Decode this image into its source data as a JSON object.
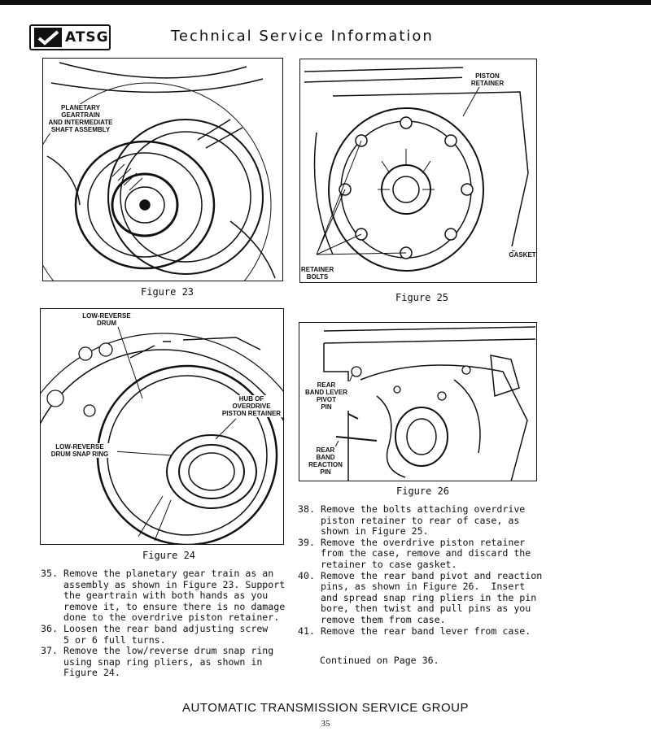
{
  "header": {
    "logo_text": "ATSG",
    "title": "Technical Service Information"
  },
  "figures": {
    "fig23": {
      "caption": "Figure 23",
      "labels": {
        "planetary": "PLANETARY\nGEARTRAIN\nAND INTERMEDIATE\nSHAFT ASSEMBLY"
      }
    },
    "fig24": {
      "caption": "Figure 24",
      "labels": {
        "drum": "LOW-REVERSE\nDRUM",
        "hub": "HUB OF\nOVERDRIVE\nPISTON RETAINER",
        "snap_ring": "LOW-REVERSE\nDRUM SNAP RING"
      }
    },
    "fig25": {
      "caption": "Figure 25",
      "labels": {
        "piston_retainer": "PISTON\nRETAINER",
        "gasket": "GASKET",
        "retainer_bolts": "RETAINER\nBOLTS"
      }
    },
    "fig26": {
      "caption": "Figure 26",
      "labels": {
        "pivot_pin": "REAR\nBAND LEVER\nPIVOT\nPIN",
        "reaction_pin": "REAR\nBAND\nREACTION\nPIN"
      }
    }
  },
  "steps_left": [
    {
      "num": "35.",
      "text": "Remove the planetary gear train as an\nassembly as shown in Figure 23. Support\nthe geartrain with both hands as you\nremove it, to ensure there is no damage\ndone to the overdrive piston retainer."
    },
    {
      "num": "36.",
      "text": "Loosen the rear band adjusting screw\n5 or 6 full turns."
    },
    {
      "num": "37.",
      "text": "Remove the low/reverse drum snap ring\nusing snap ring pliers, as shown in\nFigure 24."
    }
  ],
  "steps_right": [
    {
      "num": "38.",
      "text": "Remove the bolts attaching overdrive\npiston retainer to rear of case, as\nshown in Figure 25."
    },
    {
      "num": "39.",
      "text": "Remove the overdrive piston retainer\nfrom the case, remove and discard the\nretainer to case gasket."
    },
    {
      "num": "40.",
      "text": "Remove the rear band pivot and reaction\npins, as shown in Figure 26.  Insert\nand spread snap ring pliers in the pin\nbore, then twist and pull pins as you\nremove them from case."
    },
    {
      "num": "41.",
      "text": "Remove the rear band lever from case."
    }
  ],
  "continued": "Continued on Page 36.",
  "footer": {
    "organization": "AUTOMATIC TRANSMISSION SERVICE GROUP",
    "page_number": "35"
  }
}
